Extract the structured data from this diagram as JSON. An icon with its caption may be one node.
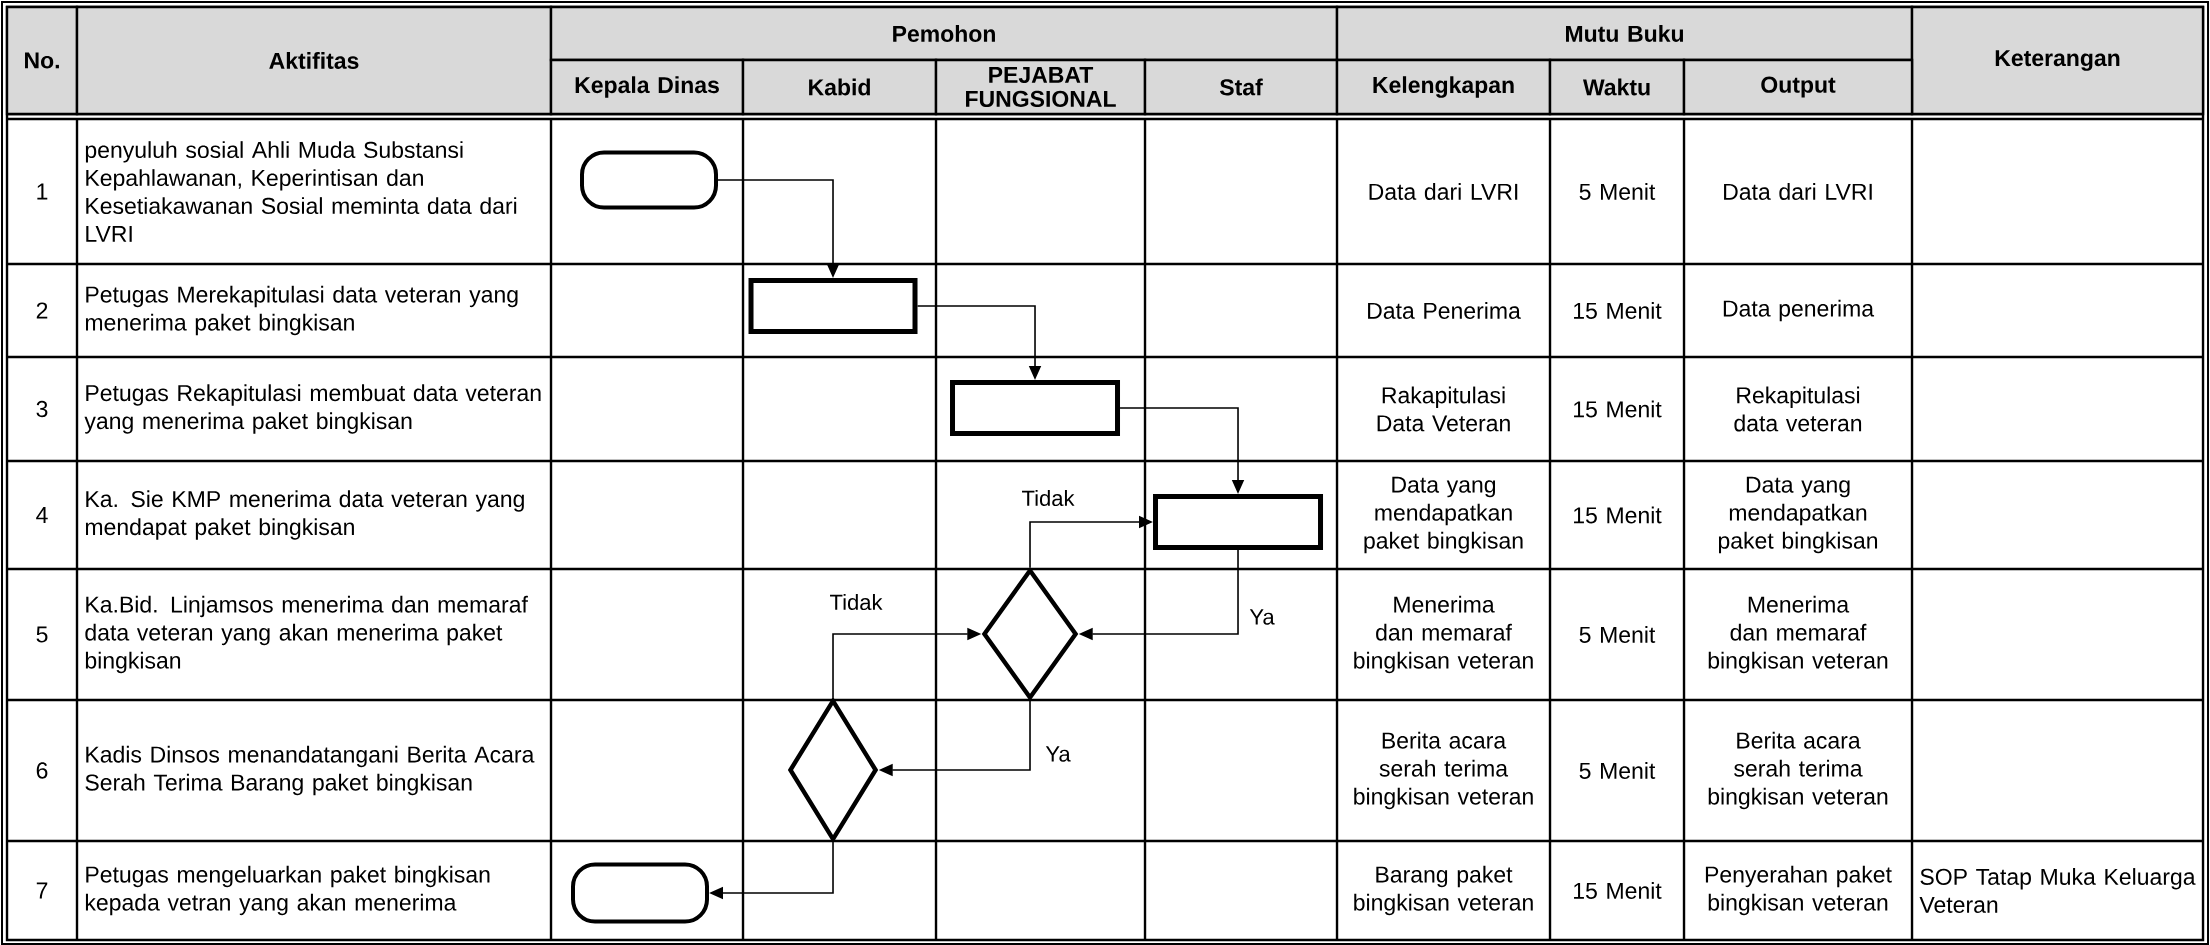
{
  "diagram": {
    "nodes": [
      {
        "text": [],
        "shape": "capsule"
      },
      {
        "text": [],
        "shape": "box"
      },
      {
        "text": [],
        "shape": "box"
      },
      {
        "text": [],
        "shape": "box"
      },
      {
        "text": [],
        "shape": "diamond"
      },
      {
        "text": [],
        "shape": "diamond"
      },
      {
        "text": [],
        "shape": "capsule"
      }
    ],
    "edges": [
      {
        "from": 0,
        "to": 1,
        "arrow": "to"
      },
      {
        "from": 1,
        "to": 2,
        "arrow": "to"
      },
      {
        "from": 2,
        "to": 3,
        "arrow": "to"
      },
      {
        "from": 3,
        "to": 4,
        "arrow": "to",
        "label": "Ya"
      },
      {
        "from": 4,
        "to": 3,
        "arrow": "to",
        "label": "Tidak"
      },
      {
        "from": 4,
        "to": 5,
        "arrow": "to",
        "label": "Ya"
      },
      {
        "from": 5,
        "to": 4,
        "arrow": "to",
        "label": "Tidak"
      },
      {
        "from": 5,
        "to": 6,
        "arrow": "to"
      }
    ],
    "labels": [
      "No.",
      "Aktifitas",
      "Pemohon",
      "Mutu Buku",
      "Keterangan",
      "Kepala Dinas",
      "Kabid",
      "PEJABAT FUNGSIONAL",
      "Staf",
      "Kelengkapan",
      "Waktu",
      "Output",
      "1",
      "penyuluh sosial Ahli Muda Substansi Kepahlawanan, Keperintisan dan Kesetiakawanan Sosial meminta data dari LVRI",
      "Data dari LVRI",
      "5 Menit",
      "Data dari LVRI",
      "2",
      "Petugas Merekapitulasi data veteran yang menerima paket bingkisan",
      "Data Penerima",
      "15 Menit",
      "Data penerima",
      "3",
      "Petugas Rekapitulasi membuat data veteran yang menerima paket bingkisan",
      "Rakapitulasi Data Veteran",
      "15 Menit",
      "Rekapitulasi data veteran",
      "4",
      "Ka. Sie KMP menerima data veteran yang mendapat paket bingkisan",
      "Data yang mendapatkan paket bingkisan",
      "15 Menit",
      "Data yang mendapatkan paket bingkisan",
      "5",
      "Ka.Bid. Linjamsos menerima dan memaraf data veteran yang akan menerima paket bingkisan",
      "Menerima dan memaraf bingkisan veteran",
      "5 Menit",
      "Menerima dan memaraf bingkisan veteran",
      "6",
      "Kadis Dinsos menandatangani Berita Acara Serah Terima Barang paket bingkisan",
      "Berita acara serah terima bingkisan veteran",
      "5 Menit",
      "Berita acara serah terima bingkisan veteran",
      "7",
      "Petugas mengeluarkan paket bingkisan kepada vetran yang akan menerima",
      "Barang paket bingkisan veteran",
      "15 Menit",
      "Penyerahan paket bingkisan veteran",
      "SOP Tatap Muka Keluarga Veteran"
    ]
  }
}
